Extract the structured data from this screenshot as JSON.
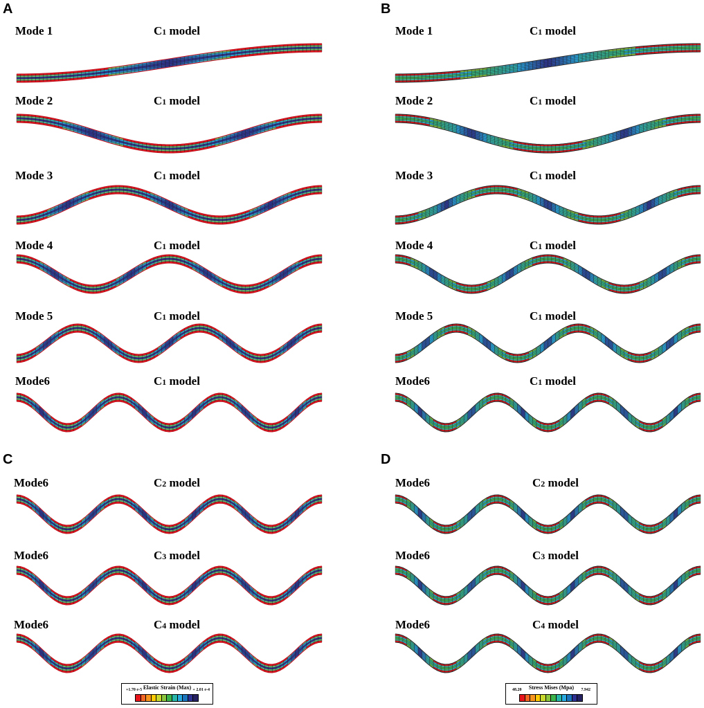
{
  "panels": [
    {
      "letter": "A",
      "rows": [
        {
          "mode": "Mode 1",
          "model": "C",
          "sub": "1",
          "model_suffix": " model",
          "n": 1,
          "scheme": "strain"
        },
        {
          "mode": "Mode 2",
          "model": "C",
          "sub": "1",
          "model_suffix": " model",
          "n": 2,
          "scheme": "strain"
        },
        {
          "mode": "Mode 3",
          "model": "C",
          "sub": "1",
          "model_suffix": " model",
          "n": 3,
          "scheme": "strain"
        },
        {
          "mode": "Mode 4",
          "model": "C",
          "sub": "1",
          "model_suffix": " model",
          "n": 4,
          "scheme": "strain"
        },
        {
          "mode": "Mode 5",
          "model": "C",
          "sub": "1",
          "model_suffix": " model",
          "n": 5,
          "scheme": "strain"
        },
        {
          "mode": "Mode6",
          "model": "C",
          "sub": "1",
          "model_suffix": " model",
          "n": 6,
          "scheme": "strain"
        }
      ]
    },
    {
      "letter": "B",
      "rows": [
        {
          "mode": "Mode 1",
          "model": "C",
          "sub": "1",
          "model_suffix": " model",
          "n": 1,
          "scheme": "stress"
        },
        {
          "mode": "Mode 2",
          "model": "C",
          "sub": "1",
          "model_suffix": " model",
          "n": 2,
          "scheme": "stress"
        },
        {
          "mode": "Mode 3",
          "model": "C",
          "sub": "1",
          "model_suffix": " model",
          "n": 3,
          "scheme": "stress"
        },
        {
          "mode": "Mode 4",
          "model": "C",
          "sub": "1",
          "model_suffix": " model",
          "n": 4,
          "scheme": "stress"
        },
        {
          "mode": "Mode 5",
          "model": "C",
          "sub": "1",
          "model_suffix": " model",
          "n": 5,
          "scheme": "stress"
        },
        {
          "mode": "Mode6",
          "model": "C",
          "sub": "1",
          "model_suffix": " model",
          "n": 6,
          "scheme": "stress"
        }
      ]
    },
    {
      "letter": "C",
      "rows": [
        {
          "mode": "Mode6",
          "model": "C",
          "sub": "2",
          "model_suffix": " model",
          "n": 6,
          "scheme": "strain-hot"
        },
        {
          "mode": "Mode6",
          "model": "C",
          "sub": "3",
          "model_suffix": " model",
          "n": 6,
          "scheme": "strain-hot"
        },
        {
          "mode": "Mode6",
          "model": "C",
          "sub": "4",
          "model_suffix": " model",
          "n": 6,
          "scheme": "strain"
        }
      ]
    },
    {
      "letter": "D",
      "rows": [
        {
          "mode": "Mode6",
          "model": "C",
          "sub": "2",
          "model_suffix": " model",
          "n": 6,
          "scheme": "stress"
        },
        {
          "mode": "Mode6",
          "model": "C",
          "sub": "3",
          "model_suffix": " model",
          "n": 6,
          "scheme": "stress"
        },
        {
          "mode": "Mode6",
          "model": "C",
          "sub": "4",
          "model_suffix": " model",
          "n": 6,
          "scheme": "stress"
        }
      ]
    }
  ],
  "legends": [
    {
      "title": "Elastic Strain (Max)",
      "min": "+1.70 e-5",
      "max": "+ 2.01 e-4",
      "colors": [
        "#e8141c",
        "#f26522",
        "#f7941d",
        "#ffcb05",
        "#c8d82e",
        "#8cc63f",
        "#3cb44b",
        "#27b6a8",
        "#29aae1",
        "#1c75bc",
        "#2e3192",
        "#262262"
      ]
    },
    {
      "title": "Stress Mises (Mpa)",
      "min": "48.20",
      "max": "7.942",
      "colors": [
        "#e8141c",
        "#f26522",
        "#f7941d",
        "#ffcb05",
        "#c8d82e",
        "#8cc63f",
        "#3cb44b",
        "#27b6a8",
        "#29aae1",
        "#1c75bc",
        "#2e3192",
        "#262262"
      ]
    }
  ]
}
